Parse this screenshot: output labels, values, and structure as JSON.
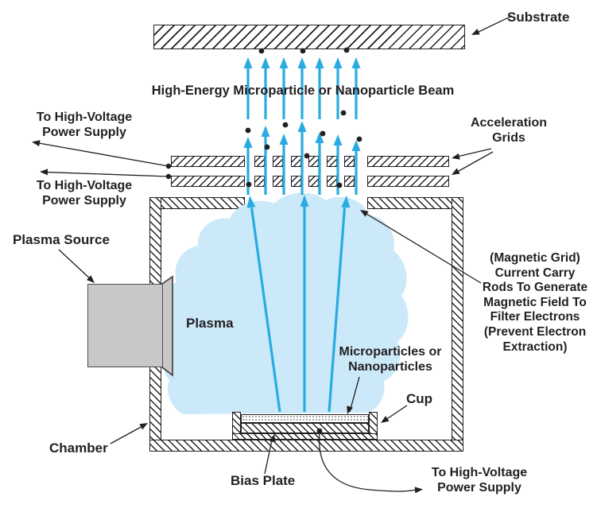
{
  "labels": {
    "substrate": "Substrate",
    "beam": "High-Energy Microparticle or Nanoparticle Beam",
    "hv_supply_upper_left": "To High-Voltage\nPower Supply",
    "hv_supply_lower_left": "To High-Voltage\nPower Supply",
    "acceleration_grids": "Acceleration\nGrids",
    "plasma_source": "Plasma Source",
    "plasma": "Plasma",
    "magnetic_grid_note": "(Magnetic Grid)\nCurrent Carry\nRods To Generate\nMagnetic Field To\nFilter Electrons\n(Prevent Electron\nExtraction)",
    "microparticles": "Microparticles or\nNanoparticles",
    "cup": "Cup",
    "chamber": "Chamber",
    "bias_plate": "Bias Plate",
    "hv_supply_bottom_right": "To High-Voltage\nPower Supply"
  },
  "colors": {
    "ink": "#231F20",
    "beam_blue": "#29ABE2",
    "plasma_fill": "#CBE9F9",
    "source_gray_fill": "#C8C8C9",
    "source_gray_stroke": "#4D4D4F"
  }
}
